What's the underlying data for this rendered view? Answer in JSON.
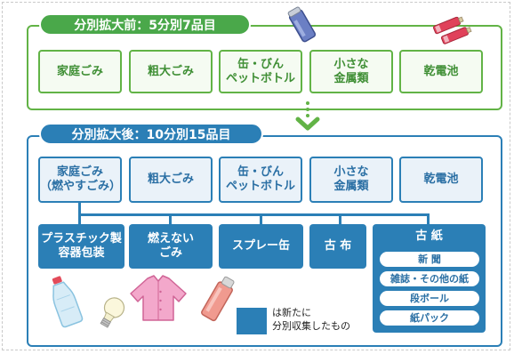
{
  "before": {
    "title": "分別拡大前：5分別7品目",
    "items": [
      [
        "家庭ごみ"
      ],
      [
        "粗大ごみ"
      ],
      [
        "缶・びん",
        "ペットボトル"
      ],
      [
        "小さな",
        "金属類"
      ],
      [
        "乾電池"
      ]
    ]
  },
  "after": {
    "title": "分別拡大後：10分別15品目",
    "items": [
      [
        "家庭ごみ",
        "（燃やすごみ）"
      ],
      [
        "粗大ごみ"
      ],
      [
        "缶・びん",
        "ペットボトル"
      ],
      [
        "小さな",
        "金属類"
      ],
      [
        "乾電池"
      ]
    ],
    "new_items": [
      [
        "プラスチック製",
        "容器包装"
      ],
      [
        "燃えない",
        "ごみ"
      ],
      [
        "スプレー缶"
      ],
      [
        "古 布"
      ]
    ],
    "paper": {
      "title": "古 紙",
      "subitems": [
        "新 聞",
        "雑誌・その他の紙",
        "段ボール",
        "紙パック"
      ]
    }
  },
  "legend": {
    "line1": "は新たに",
    "line2": "分別収集したもの"
  },
  "colors": {
    "green": "#62b346",
    "blue": "#2b7fb6"
  },
  "icons": [
    "spray-can-icon",
    "batteries-icon",
    "pet-bottle-icon",
    "light-bulb-icon",
    "clothing-icon"
  ]
}
